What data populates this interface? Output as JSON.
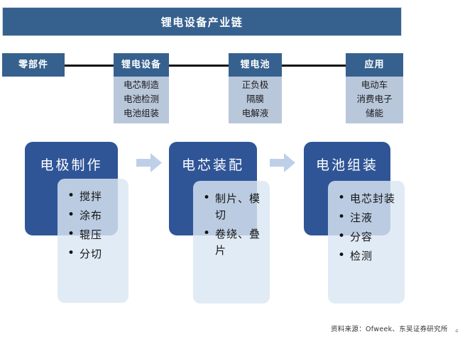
{
  "title": {
    "text": "锂电设备产业链"
  },
  "colors": {
    "banner": "#36618E",
    "node_header": "#36618E",
    "node_sub": "#B9C7DB",
    "stage_header": "#2F5597",
    "stage_panel": "#DBE7F3",
    "arrow": "#BDD0E8",
    "connector": "#0D0D0D"
  },
  "chain": {
    "nodes": [
      {
        "label": "零部件",
        "items": []
      },
      {
        "label": "锂电设备",
        "items": [
          "电芯制造",
          "电池检测",
          "电池组装"
        ]
      },
      {
        "label": "锂电池",
        "items": [
          "正负极",
          "隔膜",
          "电解液"
        ]
      },
      {
        "label": "应用",
        "items": [
          "电动车",
          "消费电子",
          "储能"
        ]
      }
    ]
  },
  "process": {
    "stages": [
      {
        "title": "电极制作",
        "items": [
          "搅拌",
          "涂布",
          "辊压",
          "分切"
        ]
      },
      {
        "title": "电芯装配",
        "items": [
          "制片、模切",
          "卷绕、叠片"
        ]
      },
      {
        "title": "电池组装",
        "items": [
          "电芯封装",
          "注液",
          "分容",
          "检测"
        ]
      }
    ],
    "arrows": [
      "arrow-right-icon",
      "arrow-right-icon"
    ]
  },
  "footer": {
    "source": "资料来源：Ofweek、东吴证券研究所",
    "marker": "4"
  }
}
